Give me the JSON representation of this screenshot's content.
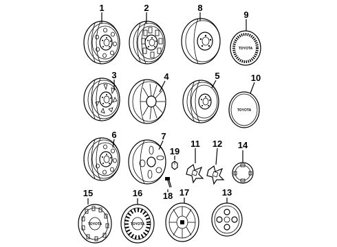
{
  "diagram": {
    "emblem_text": "TOYOTA",
    "callouts": [
      {
        "n": "1"
      },
      {
        "n": "2"
      },
      {
        "n": "8"
      },
      {
        "n": "9"
      },
      {
        "n": "3"
      },
      {
        "n": "4"
      },
      {
        "n": "5"
      },
      {
        "n": "10"
      },
      {
        "n": "6"
      },
      {
        "n": "7"
      },
      {
        "n": "19"
      },
      {
        "n": "11"
      },
      {
        "n": "12"
      },
      {
        "n": "14"
      },
      {
        "n": "18"
      },
      {
        "n": "15"
      },
      {
        "n": "16"
      },
      {
        "n": "17"
      },
      {
        "n": "13"
      }
    ]
  }
}
